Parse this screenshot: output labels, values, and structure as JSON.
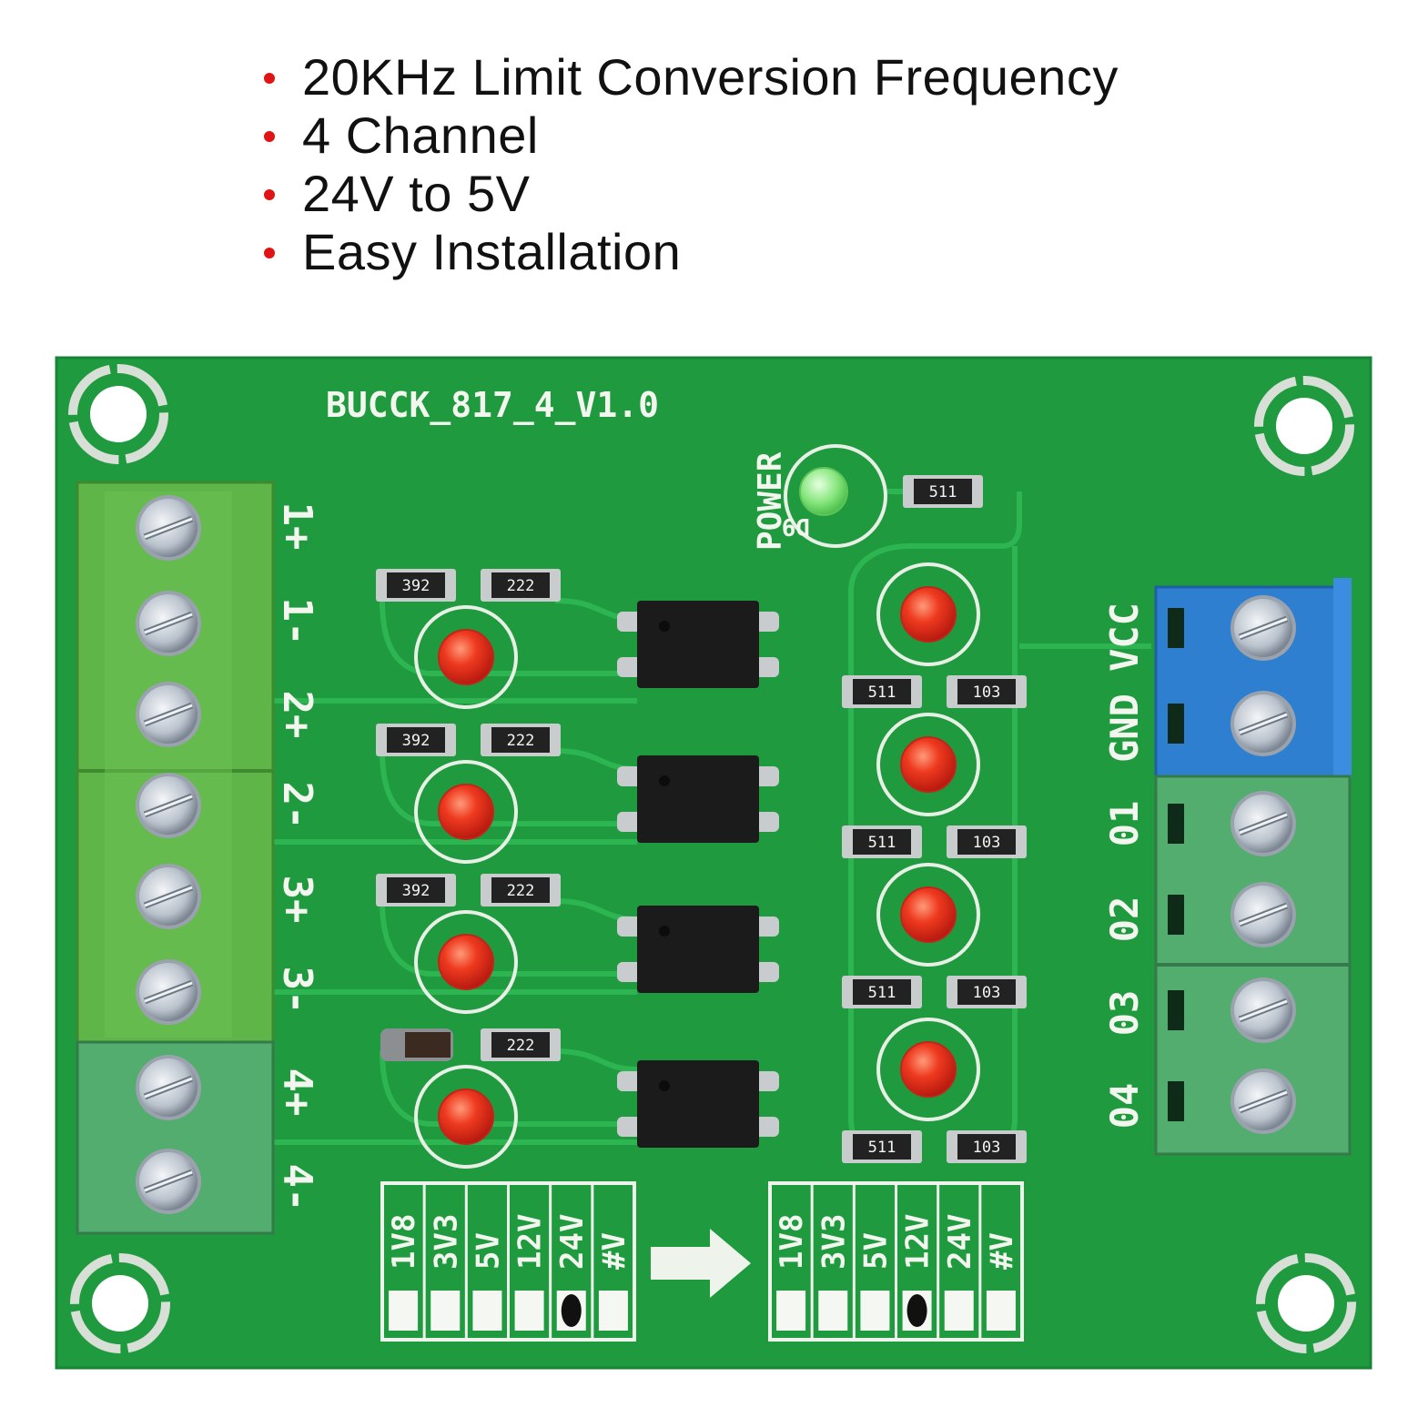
{
  "features": [
    {
      "text": "20KHz Limit Conversion Frequency"
    },
    {
      "text": "4 Channel"
    },
    {
      "text": "24V to 5V"
    },
    {
      "text": "Easy Installation"
    }
  ],
  "colors": {
    "bullet": "#e01414",
    "pcb": "#1f9a3e",
    "terminal_green": "#5fb548",
    "terminal_teal": "#52ad6e",
    "terminal_blue": "#2f7fd0",
    "led_red": "#e8351f",
    "led_green": "#7de07a"
  },
  "board": {
    "label": "BUCCK_817_4_V1.0",
    "power_label": "POWER",
    "d9_label": "D9",
    "input_pins": [
      "1+",
      "1-",
      "2+",
      "2-",
      "3+",
      "3-",
      "4+",
      "4-"
    ],
    "output_pins": [
      "VCC",
      "GND",
      "01",
      "02",
      "03",
      "04"
    ],
    "input_resistors": [
      {
        "a": "392",
        "b": "222"
      },
      {
        "a": "392",
        "b": "222"
      },
      {
        "a": "392",
        "b": "222"
      },
      {
        "a": "",
        "b": "222"
      }
    ],
    "output_resistor_top": "511",
    "output_resistors": [
      {
        "a": "511",
        "b": "103"
      },
      {
        "a": "511",
        "b": "103"
      },
      {
        "a": "511",
        "b": "103"
      },
      {
        "a": "511",
        "b": "103"
      }
    ],
    "voltage_options": [
      "1V8",
      "3V3",
      "5V",
      "12V",
      "24V",
      "#V"
    ],
    "input_selected": "24V",
    "output_selected": "12V"
  }
}
